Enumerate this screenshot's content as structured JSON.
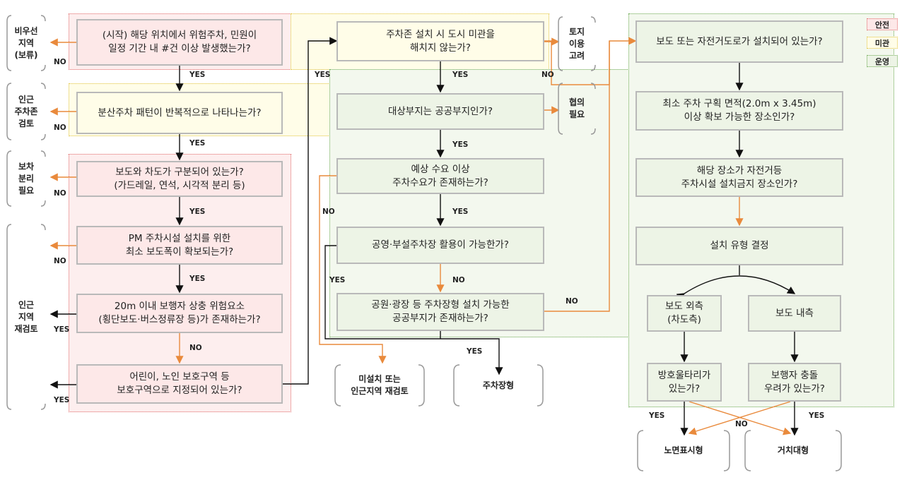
{
  "colors": {
    "safety_border": "#e06a6a",
    "safety_fill": "#fde8e8",
    "beauty_border": "#e0c23c",
    "beauty_fill": "#fffde8",
    "operate_border": "#6aa84f",
    "operate_fill": "#edf4e6",
    "arrow_orange": "#e98a3c",
    "arrow_black": "#111111"
  },
  "legend": {
    "safety": "안전",
    "beauty": "미관",
    "operate": "운영"
  },
  "left_column": {
    "q1": "(시작) 해당 위치에서 위험주차, 민원이\n일정 기간 내 #건 이상 발생했는가?",
    "q2": "분산주차 패턴이 반복적으로 나타나는가?",
    "q3": "보도와 차도가 구분되어 있는가?\n(가드레일, 연석, 시각적 분리 등)",
    "q4": "PM 주차시설 설치를 위한\n최소 보도폭이 확보되는가?",
    "q5": "20m 이내 보행자 상충 위험요소\n(횡단보도·버스정류장 등)가 존재하는가?",
    "q6": "어린이, 노인 보호구역 등\n보호구역으로 지정되어 있는가?"
  },
  "middle_column": {
    "q7": "주차존 설치 시 도시 미관을\n해치지 않는가?",
    "q8": "대상부지는 공공부지인가?",
    "q9": "예상 수요 이상\n주차수요가 존재하는가?",
    "q10": "공영·부설주차장 활용이 가능한가?",
    "q11": "공원·광장 등 주차장형 설치 가능한\n공공부지가 존재하는가?"
  },
  "right_column": {
    "q12": "보도 또는 자전거도로가 설치되어 있는가?",
    "q13": "최소 주차 구획 면적(2.0m x 3.45m)\n이상 확보 가능한 장소인가?",
    "q14": "해당 장소가 자전거등\n주차시설 설치금지 장소인가?",
    "q15": "설치 유형 결정",
    "q16": "보도 외측\n(차도측)",
    "q17": "보도 내측",
    "q18": "방호울타리가\n있는가?",
    "q19": "보행자 충돌\n우려가 있는가?"
  },
  "outcomes": {
    "left1": "비우선\n지역\n(보류)",
    "left2": "인근\n주차존\n검토",
    "left3": "보차\n분리\n필요",
    "left4": "인근\n지역\n재검토",
    "mid1": "토지\n이용\n고려",
    "mid2": "협의\n필요",
    "bottom1": "미설치 또는\n인근지역 재검토",
    "bottom2": "주차장형",
    "bottom3": "노면표시형",
    "bottom4": "거치대형"
  },
  "edge_labels": {
    "yes": "YES",
    "no": "NO"
  }
}
